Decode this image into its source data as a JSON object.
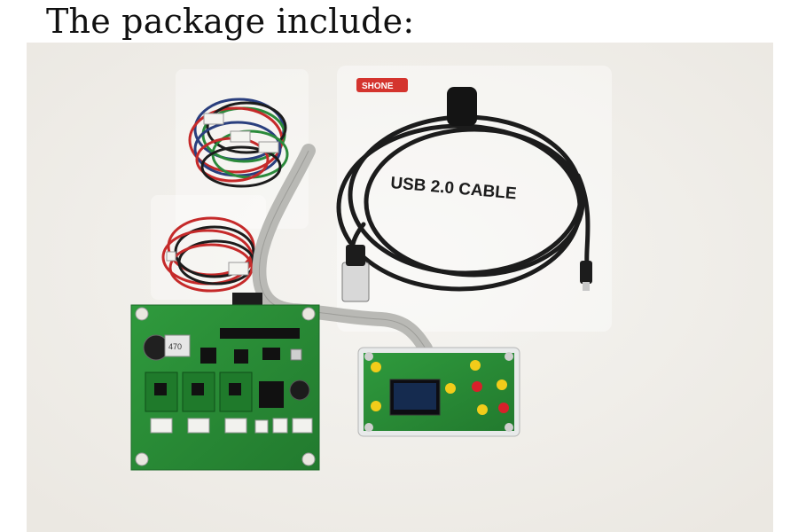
{
  "headline": "The package include:",
  "photo": {
    "cable_label": "USB 2.0 CABLE",
    "brand_text": "SHONE",
    "board_silkscreen": "470"
  },
  "colors": {
    "background": "#ffffff",
    "photo_background": "#f2f0ec",
    "pcb_green": "#2f8f3a",
    "cable_black": "#1c1c1c",
    "ribbon_gray": "#b9b9b5",
    "button_yellow": "#f2cc1a",
    "button_red": "#d8202a"
  }
}
